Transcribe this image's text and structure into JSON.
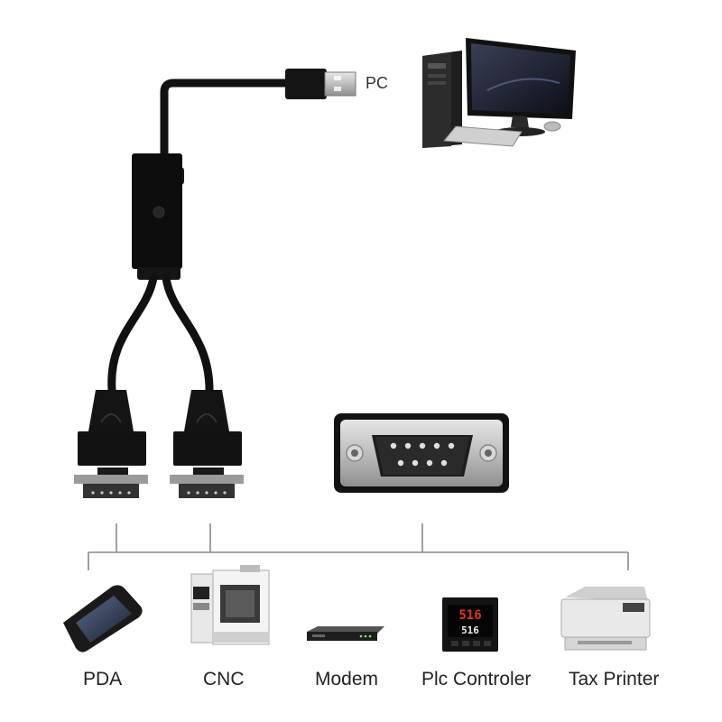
{
  "pc_label": "PC",
  "devices": [
    {
      "label": "PDA"
    },
    {
      "label": "CNC"
    },
    {
      "label": "Modem"
    },
    {
      "label": "Plc Controler"
    },
    {
      "label": "Tax Printer"
    }
  ],
  "plc_display": {
    "line1": "516",
    "line2": "516"
  },
  "colors": {
    "cable": "#111111",
    "line": "#888888",
    "plc_digits": "#e33322"
  }
}
